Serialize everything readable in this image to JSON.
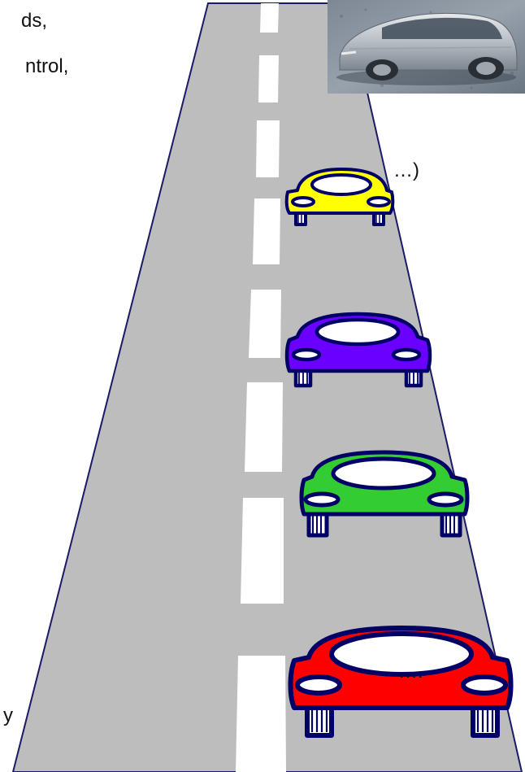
{
  "text_fragments": {
    "line1": "ds,",
    "line2": "ntrol,",
    "line3": "…)",
    "line4": "….",
    "line5": "y"
  },
  "photo": {
    "subject": "silver concept car"
  },
  "road": {
    "asphalt_color": "#bdbdbd",
    "edge_color": "#1a1a66",
    "lane_marking_color": "#ffffff"
  },
  "cars": [
    {
      "name": "yellow-car",
      "body_color": "#ffff00"
    },
    {
      "name": "purple-car",
      "body_color": "#6a00ff"
    },
    {
      "name": "green-car",
      "body_color": "#33cc33"
    },
    {
      "name": "red-car",
      "body_color": "#ff0000"
    }
  ],
  "outline_color": "#000066"
}
